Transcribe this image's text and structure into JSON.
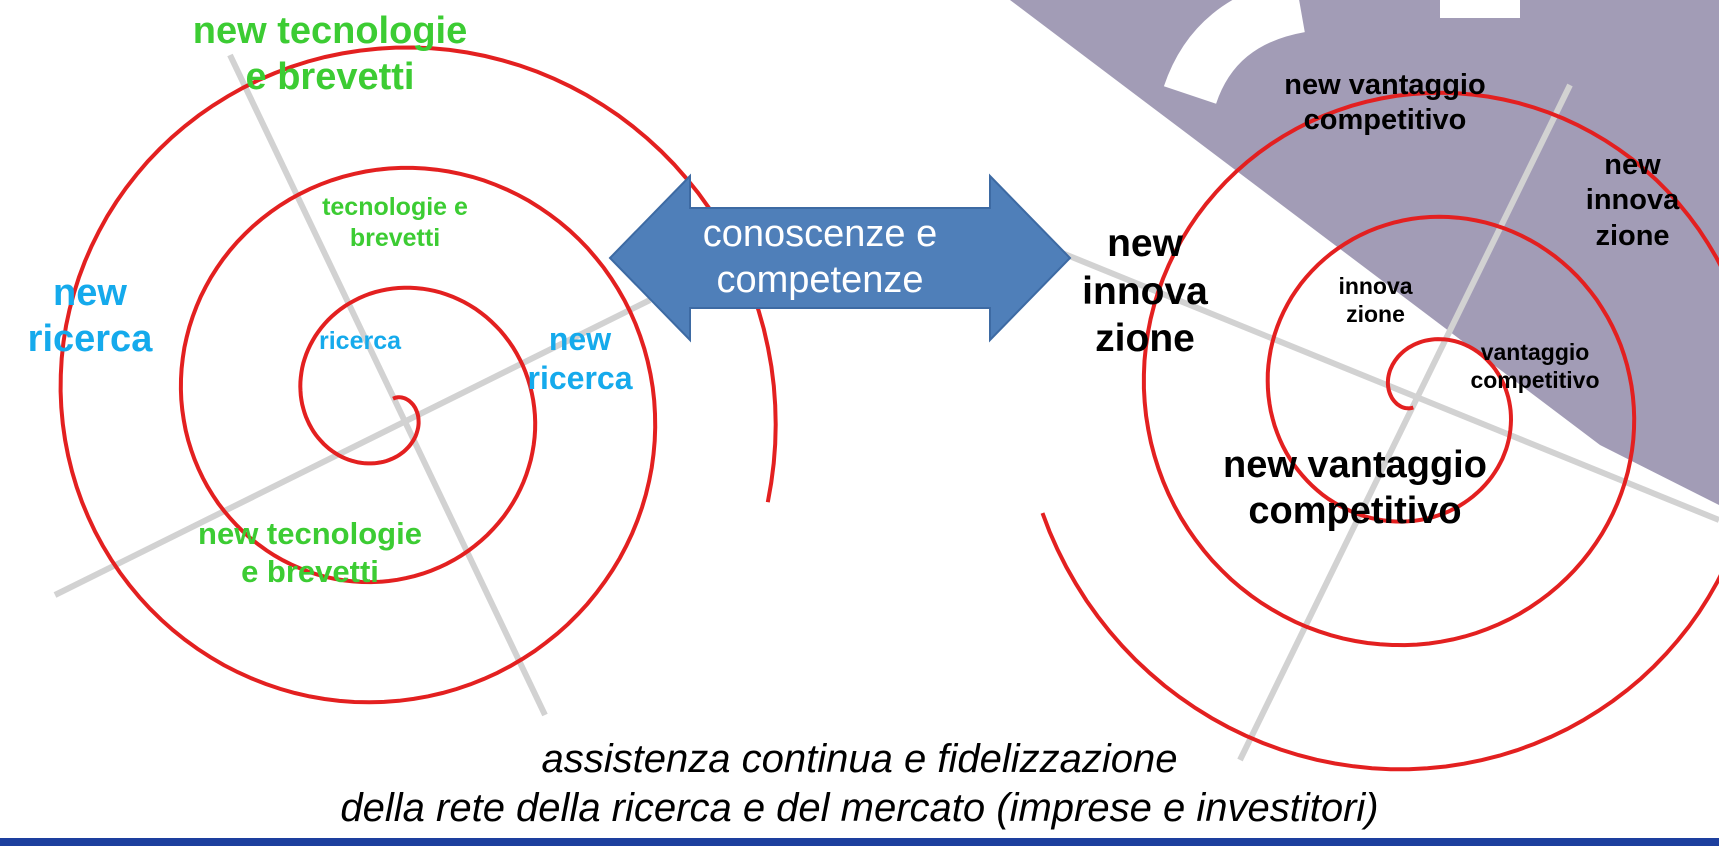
{
  "colors": {
    "spiral": "#e32020",
    "axis": "#d2d2d2",
    "arrow": "#4f7fb9",
    "logo": "#a29cb6",
    "green_text": "#3ccc33",
    "cyan_text": "#15aaec",
    "bottom_bar": "#1d3f9e"
  },
  "left_spiral": {
    "top_label": "new tecnologie e brevetti",
    "inner_tech": "tecnologie e brevetti",
    "left_new_ricerca": "new ricerca",
    "inner_ricerca": "ricerca",
    "right_new_ricerca": "new ricerca",
    "bottom_label": "new tecnologie e brevetti"
  },
  "arrow": {
    "line1": "conoscenze e",
    "line2": "competenze"
  },
  "right_spiral": {
    "top_label": "new vantaggio competitivo",
    "right_innovazione": "new innova zione",
    "left_innovazione": "new innova zione",
    "inner_innovazione": "innova zione",
    "inner_vantaggio": "vantaggio competitivo",
    "bottom_label": "new vantaggio competitivo"
  },
  "caption": {
    "line1": "assistenza continua e fidelizzazione",
    "line2": "della rete della ricerca e del mercato (imprese e investitori)"
  }
}
